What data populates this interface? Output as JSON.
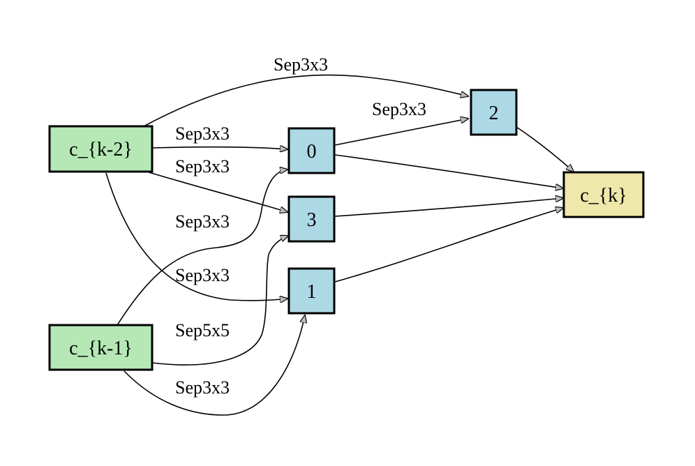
{
  "colors": {
    "input_node": "#b5e8b5",
    "intermediate_node": "#add8e6",
    "output_node": "#eee8aa",
    "arrow_head": "#bdbdbd",
    "stroke": "#000000"
  },
  "nodes": {
    "input_prev2": {
      "label": "c_{k-2}",
      "kind": "input"
    },
    "input_prev1": {
      "label": "c_{k-1}",
      "kind": "input"
    },
    "node_0": {
      "label": "0",
      "kind": "intermediate"
    },
    "node_1": {
      "label": "1",
      "kind": "intermediate"
    },
    "node_2": {
      "label": "2",
      "kind": "intermediate"
    },
    "node_3": {
      "label": "3",
      "kind": "intermediate"
    },
    "output": {
      "label": "c_{k}",
      "kind": "output"
    }
  },
  "edges": [
    {
      "from": "c_{k-2}",
      "to": "2",
      "label": "Sep3x3"
    },
    {
      "from": "0",
      "to": "2",
      "label": "Sep3x3"
    },
    {
      "from": "c_{k-2}",
      "to": "0",
      "label": "Sep3x3"
    },
    {
      "from": "c_{k-2}",
      "to": "3",
      "label": "Sep3x3"
    },
    {
      "from": "c_{k-1}",
      "to": "0",
      "label": "Sep3x3"
    },
    {
      "from": "c_{k-2}",
      "to": "1",
      "label": "Sep3x3"
    },
    {
      "from": "c_{k-1}",
      "to": "3",
      "label": "Sep5x5"
    },
    {
      "from": "c_{k-1}",
      "to": "1",
      "label": "Sep3x3"
    },
    {
      "from": "2",
      "to": "c_{k}",
      "label": ""
    },
    {
      "from": "0",
      "to": "c_{k}",
      "label": ""
    },
    {
      "from": "3",
      "to": "c_{k}",
      "label": ""
    },
    {
      "from": "1",
      "to": "c_{k}",
      "label": ""
    }
  ]
}
